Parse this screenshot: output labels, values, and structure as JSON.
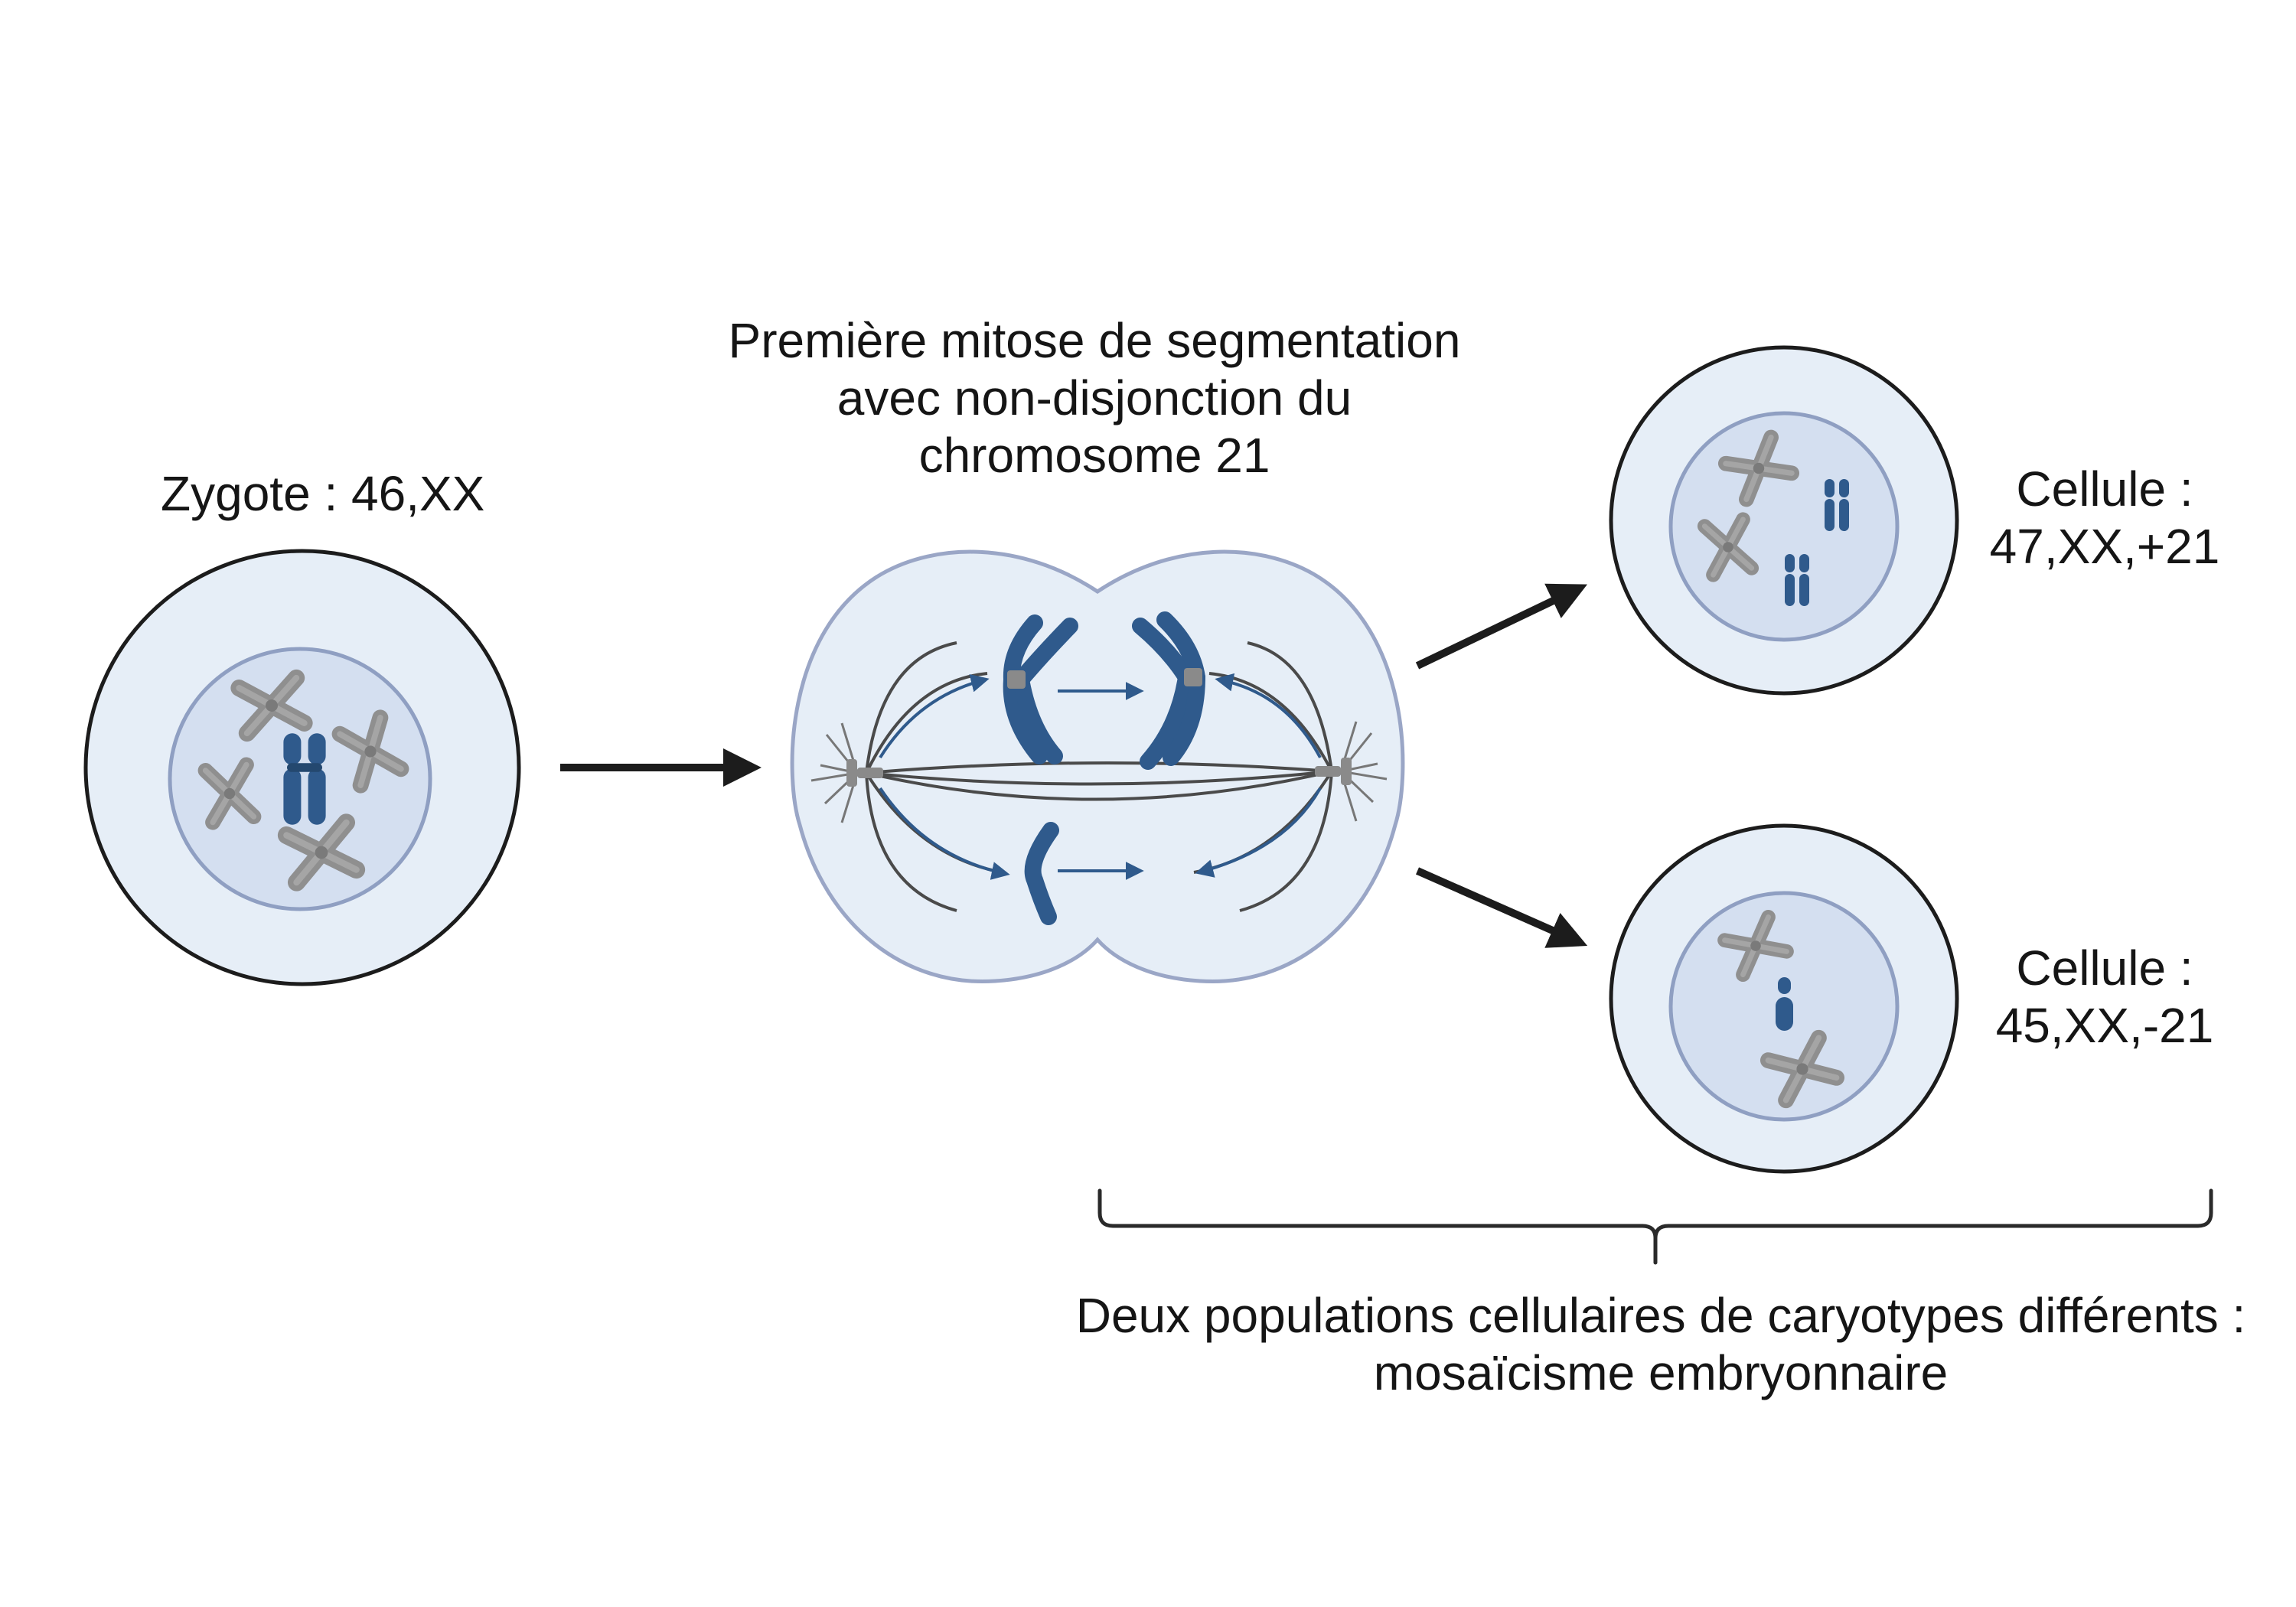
{
  "labels": {
    "zygote": "Zygote : 46,XX",
    "mitosis_title": [
      "Première mitose de segmentation",
      "avec non-disjonction du",
      "chromosome 21"
    ],
    "cell_top": [
      "Cellule :",
      "47,XX,+21"
    ],
    "cell_bottom": [
      "Cellule :",
      "45,XX,-21"
    ],
    "caption": [
      "Deux populations cellulaires de caryotypes différents :",
      "mosaïcisme embryonnaire"
    ]
  },
  "colors": {
    "cytoplasm": "#e6eef7",
    "nucleus": "#d4dff0",
    "cell_outline_dark": "#1c1c1c",
    "nucleus_outline": "#8f9fc2",
    "mitotic_outline": "#9aa6c6",
    "chromosome_21": "#2f5a8c",
    "chromosome_other": "#8f8f8f",
    "arrow": "#1c1c1c",
    "spindle_fiber": "#4a4a4a"
  }
}
